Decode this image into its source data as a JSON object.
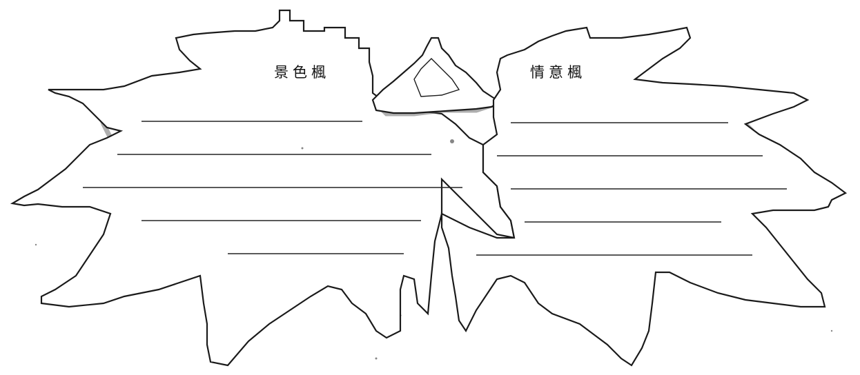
{
  "worksheet": {
    "left_leaf": {
      "title": "景色楓",
      "lines": 5
    },
    "right_leaf": {
      "title": "情意楓",
      "lines": 5
    }
  },
  "colors": {
    "outline": "#1a1a1a",
    "shadow": "#6b6b6b",
    "paper": "#ffffff"
  }
}
